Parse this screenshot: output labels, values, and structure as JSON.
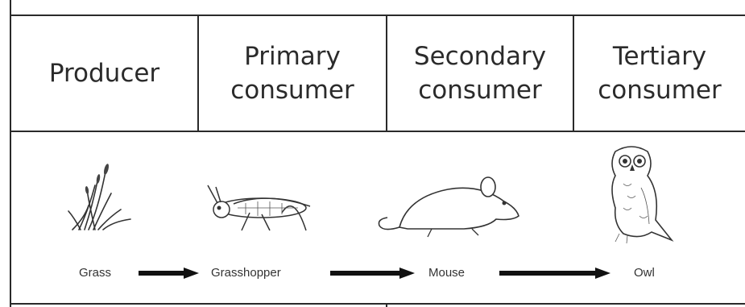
{
  "headers": [
    {
      "line1": "Producer",
      "line2": ""
    },
    {
      "line1": "Primary",
      "line2": "consumer"
    },
    {
      "line1": "Secondary",
      "line2": "consumer"
    },
    {
      "line1": "Tertiary",
      "line2": "consumer"
    }
  ],
  "organisms": [
    "Grass",
    "Grasshopper",
    "Mouse",
    "Owl"
  ],
  "icons": [
    "grass-icon",
    "grasshopper-icon",
    "mouse-icon",
    "owl-icon"
  ]
}
